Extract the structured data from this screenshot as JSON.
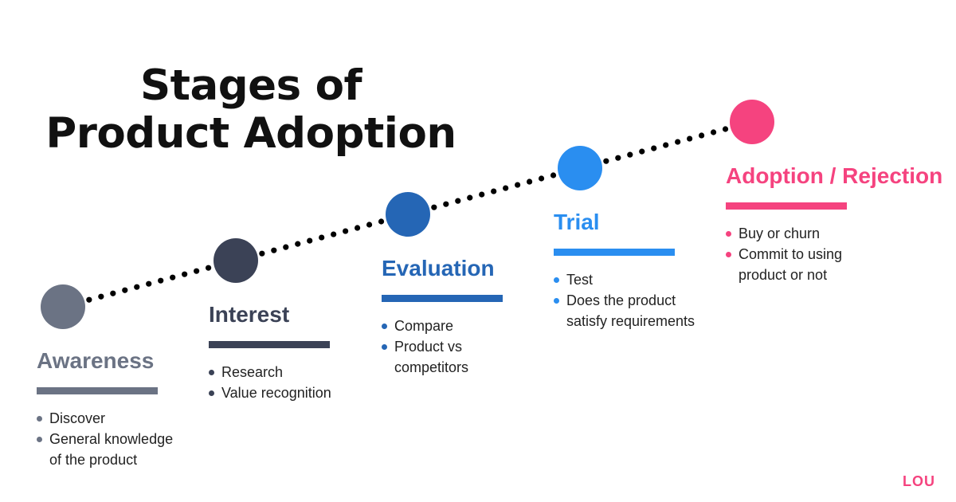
{
  "title": {
    "line1": "Stages of",
    "line2": "Product Adoption"
  },
  "stages": [
    {
      "name": "Awareness",
      "color": "#6b7384",
      "bullets": [
        "Discover",
        "General knowledge",
        "of the product"
      ]
    },
    {
      "name": "Interest",
      "color": "#3b4256",
      "bullets": [
        "Research",
        "Value recognition"
      ]
    },
    {
      "name": "Evaluation",
      "color": "#2566b5",
      "bullets": [
        "Compare",
        "Product vs",
        "competitors"
      ]
    },
    {
      "name": "Trial",
      "color": "#2a8ef0",
      "bullets": [
        "Test",
        "Does the product",
        "satisfy requirements"
      ]
    },
    {
      "name": "Adoption / Rejection",
      "color": "#f5437f",
      "bullets": [
        "Buy or churn",
        "Commit to using",
        "product or  not"
      ]
    }
  ],
  "brand": {
    "label": "LOU",
    "color": "#f5437f"
  }
}
